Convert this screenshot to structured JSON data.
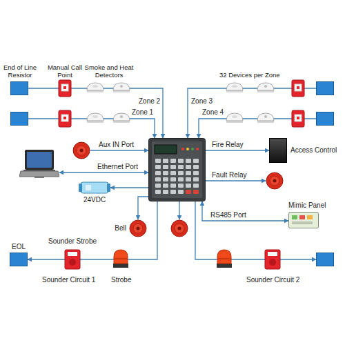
{
  "diagram": {
    "nodes": [
      {
        "text": []
      },
      {
        "text": []
      },
      {
        "text": []
      },
      {
        "text": []
      },
      {
        "text": []
      },
      {
        "text": []
      },
      {
        "text": []
      },
      {
        "text": [
          "Access Control"
        ]
      },
      {
        "text": []
      },
      {
        "text": [
          "24VDC"
        ]
      },
      {
        "text": [
          "Mimic Panel"
        ]
      },
      {
        "text": [
          "Bell"
        ]
      },
      {
        "text": []
      },
      {
        "text": [
          "EOL"
        ]
      },
      {
        "text": []
      }
    ],
    "edges": [
      {
        "from": 0,
        "to": 6,
        "label": "Zone 2",
        "arrow": "to"
      },
      {
        "from": 1,
        "to": 6,
        "label": "Zone 3",
        "arrow": "to"
      },
      {
        "from": 2,
        "to": 6,
        "label": "Zone 1",
        "arrow": "to"
      },
      {
        "from": 3,
        "to": 6,
        "label": "Zone 4",
        "arrow": "to"
      },
      {
        "from": 4,
        "to": 6,
        "label": "Aux IN Port",
        "arrow": "to"
      },
      {
        "from": 6,
        "to": 5,
        "label": "Ethernet Port",
        "arrow": "both"
      },
      {
        "from": 6,
        "to": 7,
        "label": "Fire Relay",
        "arrow": "to"
      },
      {
        "from": 6,
        "to": 8,
        "label": "Fault Relay",
        "arrow": "to"
      },
      {
        "from": 6,
        "to": 9,
        "arrow": "to"
      },
      {
        "from": 6,
        "to": 10,
        "label": "RS485 Port",
        "arrow": "both"
      },
      {
        "from": 6,
        "to": 11,
        "arrow": "to"
      },
      {
        "from": 6,
        "to": 12,
        "arrow": "to"
      },
      {
        "from": 6,
        "to": 13,
        "label": "Sounder Circuit 1",
        "arrow": "to"
      },
      {
        "from": 6,
        "to": 14,
        "label": "Sounder Circuit 2",
        "arrow": "to"
      }
    ],
    "labels": [
      "End of Line Resistor",
      "Manual Call Point",
      "Smoke and Heat Detectors",
      "32 Devices per Zone",
      "Sounder Strobe",
      "Strobe"
    ]
  }
}
